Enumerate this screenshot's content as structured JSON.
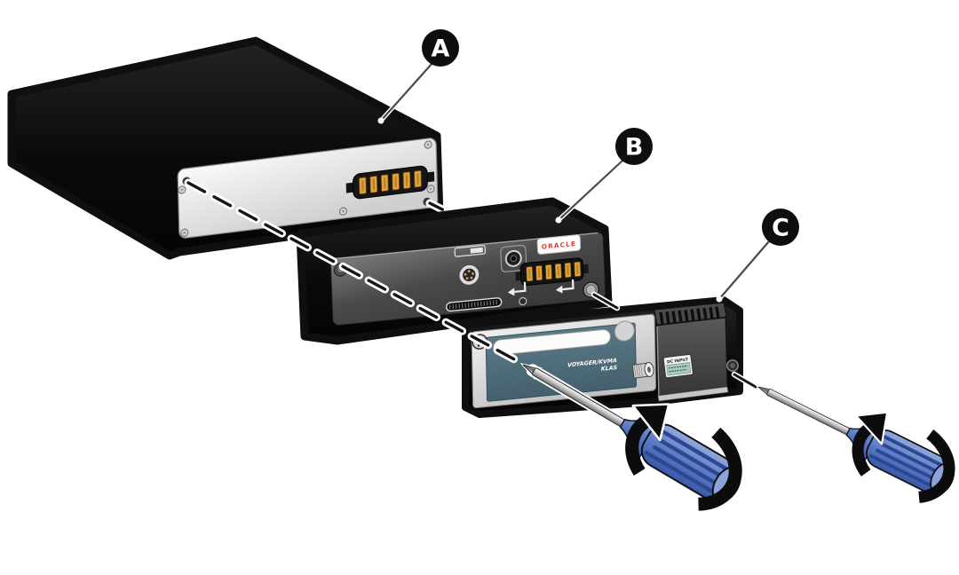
{
  "figure": {
    "type": "hardware-assembly-exploded-diagram",
    "background": "#ffffff",
    "callouts": {
      "a": "A",
      "b": "B",
      "c": "C"
    },
    "unit_b": {
      "brand_label": "ORACLE"
    },
    "unit_c": {
      "panel_line1": "VOYAGER/KVMA",
      "panel_line2": "KLAS",
      "dc_input_label": "DC INPUT"
    },
    "colors": {
      "chassis_black": "#0f0f0f",
      "panel_a_light": "#e9e9e9",
      "panel_b_dark": "#4f4f4f",
      "panel_c_teal": "#50707f",
      "connector_pin_orange": "#e2a23b",
      "oracle_red": "#e13b2f",
      "screwdriver_handle_blue": "#5d7cc7"
    }
  }
}
